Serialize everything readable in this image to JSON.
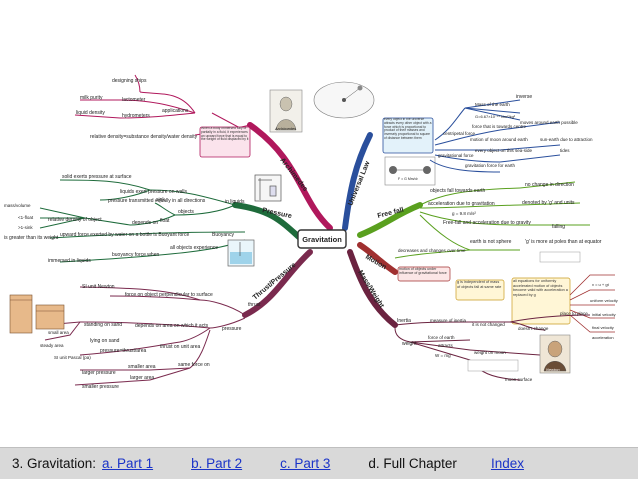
{
  "center": {
    "label": "Gravitation"
  },
  "branches": {
    "universal_law": "Universal Law",
    "free_fall": "Free fall",
    "motion": "Motion",
    "mass_weight": "Mass/Weight",
    "archimedes": "Archimedes",
    "pressure": "Pressure",
    "thrust_pressure": "Thrust/Pressure"
  },
  "archimedes": {
    "applications": "applications",
    "designing_ships": "designing ships",
    "lactometer": "lactometer",
    "milk_purity": "milk purity",
    "hydrometers": "hydrometers",
    "liquid_density": "liquid density",
    "relative_density": "relative density=substance density/water density",
    "principle_note": "When a body immersed fully or partially in a fluid, it experiences an upward force that is equal to the weight of fluid displaced by it",
    "portrait_caption": "Archimedes"
  },
  "pressure": {
    "in_liquids": "in liquids",
    "solid_exerts": "solid exerts pressure at surface",
    "liquids_exert": "liquids exert pressure on walls",
    "transmitted": "pressure transmitted equally in all directions",
    "sink": "sink",
    "objects": "objects",
    "float": "float",
    "depends_on": "depends on",
    "relative_density_obj": "relative density of object",
    "mass_volume": "mass/volume",
    "lt1": "<1-float",
    "gt1": ">1-sink",
    "greater_weight": "is greater than its weight",
    "upward_force": "upward force exerted by water on a bottle is Buoyant force",
    "buoyancy": "Buoyancy",
    "all_objects": "all objects experience",
    "buoyancy_force": "buoyancy force when",
    "immersed": "immersed in liquids"
  },
  "thrust": {
    "thrust": "thrust",
    "si_unit": "SI unit Newton",
    "force_perp": "force on object perpendicular to surface",
    "pressure": "pressure",
    "standing": "standing on sand",
    "depends_area": "depends on area on which it acts",
    "lying": "lying on sand",
    "small_area": "small area",
    "steady": "steady area",
    "pressure_unit": "pressure=thrust/area",
    "thrust_unit_area": "thrust on unit area",
    "si_pascal": "SI unit Pascal (pa)",
    "smaller_area": "smaller area",
    "same_force": "same force on",
    "larger_pressure": "larger pressure",
    "larger_area": "larger area",
    "smaller_pressure": "smaller pressure"
  },
  "universal": {
    "law_note": "every object in the universe attracts every other object with a force which is proportional to product of their masses and inversely proportional to square of distance between them",
    "formula_label": "F = G Mm/d²",
    "g_value": "G=6.67×10⁻¹¹ Nm²/kg²",
    "mass_of_earth": "Mass of the earth",
    "inverse": "inverse",
    "centripetal": "centripetal force",
    "force_towards": "force that is towards centre",
    "moon_around": "moves around earth possible",
    "motion_around": "motion of moon around earth",
    "sun_earth": "sun-earth due to attraction",
    "tides": "tides",
    "every_object": "every object on this sea-side",
    "gravitational": "gravitational force",
    "gravitation_earth": "gravitation force for earth"
  },
  "free_fall": {
    "objects_fall": "objects fall towards earth",
    "no_change": "no change in direction",
    "acceleration_due": "acceleration due to gravitation",
    "denoted": "denoted by 'g' and units",
    "g_value": "g = 9.8 m/s²",
    "freefall_accel": "Free-fall and acceleration due to gravity",
    "falling": "falling",
    "earth_not_sphere": "earth is not sphere",
    "g_more_poles": "'g' is more at poles than at equator",
    "decreases": "decreases and changes over time"
  },
  "motion": {
    "note": "motion of objects under influence of gravitational force",
    "g_independent": "g is independent of mass of objects fall at same rate",
    "all_equations": "all equations for uniformly accelerated motion of objects become valid with acceleration a replaced by g",
    "v_u_gt": "v = u + gt",
    "uniform_velocity": "uniform velocity",
    "initial_velocity": "initial velocity",
    "final_velocity": "final velocity",
    "acceleration": "acceleration"
  },
  "mass_weight": {
    "inertia": "Inertia",
    "measure_inertia": "measure of inertia",
    "not_changed": "it is not changed",
    "doesnt_change": "doesn't change",
    "place_to_place": "place to place",
    "weight": "weight",
    "force_earth": "force of earth",
    "attracts": "attracts",
    "w_mg": "W = mg",
    "weight_on_moon": "weight on moon",
    "w_moon": "W(moon) = 1/6 W(earth)",
    "moon_surface": "moon surface",
    "portrait_caption": "Newton"
  },
  "footer": {
    "title": "3. Gravitation:",
    "part1": "a. Part 1",
    "part2": "b. Part 2",
    "part3": "c. Part 3",
    "full_chapter": "d. Full Chapter",
    "index": "Index"
  },
  "colors": {
    "archimedes": "#b0185c",
    "pressure": "#1e6b3b",
    "thrust": "#7a2a4e",
    "universal": "#2a4f9c",
    "free_fall": "#5aa01f",
    "motion": "#a03030",
    "mass_weight": "#6b2340",
    "center_border": "#333333",
    "footer_bg": "#d9d9d9",
    "link": "#1a33c8"
  }
}
